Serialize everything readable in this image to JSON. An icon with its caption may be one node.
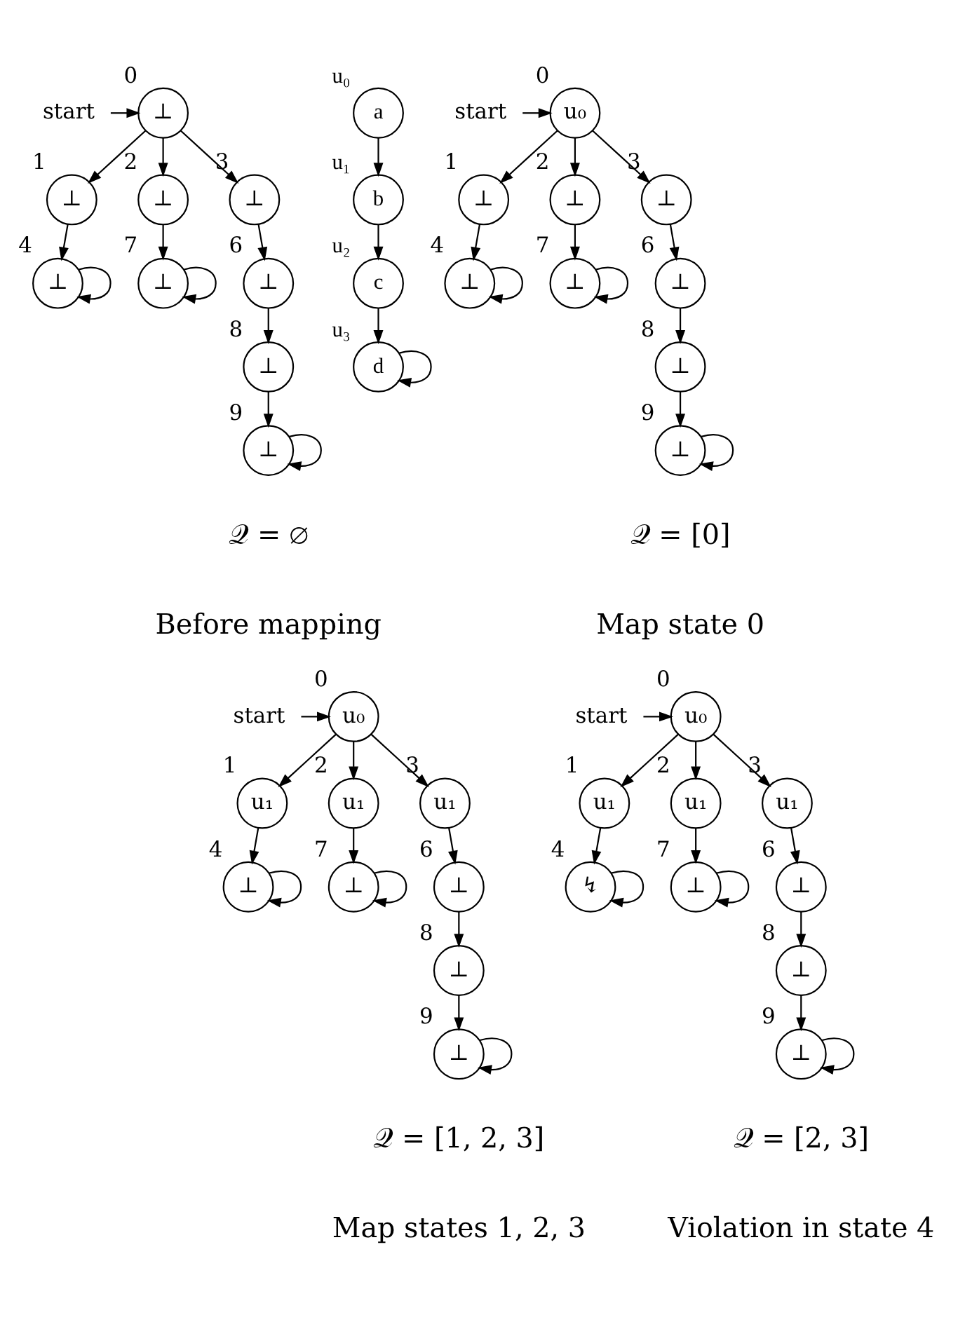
{
  "diagram": {
    "nodes": [
      {
        "text": [
          "start"
        ]
      },
      {
        "text": [
          "⊥"
        ],
        "beside": [
          "0"
        ]
      },
      {
        "text": [
          "⊥"
        ],
        "beside": [
          "1"
        ]
      },
      {
        "text": [
          "⊥"
        ],
        "beside": [
          "2"
        ]
      },
      {
        "text": [
          "⊥"
        ],
        "beside": [
          "3"
        ]
      },
      {
        "text": [
          "⊥"
        ],
        "beside": [
          "4"
        ]
      },
      {
        "text": [
          "⊥"
        ],
        "beside": [
          "7"
        ]
      },
      {
        "text": [
          "⊥"
        ],
        "beside": [
          "6"
        ]
      },
      {
        "text": [
          "⊥"
        ],
        "beside": [
          "8"
        ]
      },
      {
        "text": [
          "⊥"
        ],
        "beside": [
          "9"
        ]
      },
      {
        "text": [
          "a"
        ],
        "beside": [
          "u₀"
        ]
      },
      {
        "text": [
          "b"
        ],
        "beside": [
          "u₁"
        ]
      },
      {
        "text": [
          "c"
        ],
        "beside": [
          "u₂"
        ]
      },
      {
        "text": [
          "d"
        ],
        "beside": [
          "u₃"
        ]
      },
      {
        "text": [
          "start"
        ]
      },
      {
        "text": [
          "u₀"
        ],
        "beside": [
          "0"
        ]
      },
      {
        "text": [
          "⊥"
        ],
        "beside": [
          "1"
        ]
      },
      {
        "text": [
          "⊥"
        ],
        "beside": [
          "2"
        ]
      },
      {
        "text": [
          "⊥"
        ],
        "beside": [
          "3"
        ]
      },
      {
        "text": [
          "⊥"
        ],
        "beside": [
          "4"
        ]
      },
      {
        "text": [
          "⊥"
        ],
        "beside": [
          "7"
        ]
      },
      {
        "text": [
          "⊥"
        ],
        "beside": [
          "6"
        ]
      },
      {
        "text": [
          "⊥"
        ],
        "beside": [
          "8"
        ]
      },
      {
        "text": [
          "⊥"
        ],
        "beside": [
          "9"
        ]
      },
      {
        "text": [
          "start"
        ]
      },
      {
        "text": [
          "u₀"
        ],
        "beside": [
          "0"
        ]
      },
      {
        "text": [
          "u₁"
        ],
        "beside": [
          "1"
        ]
      },
      {
        "text": [
          "u₁"
        ],
        "beside": [
          "2"
        ]
      },
      {
        "text": [
          "u₁"
        ],
        "beside": [
          "3"
        ]
      },
      {
        "text": [
          "⊥"
        ],
        "beside": [
          "4"
        ]
      },
      {
        "text": [
          "⊥"
        ],
        "beside": [
          "7"
        ]
      },
      {
        "text": [
          "⊥"
        ],
        "beside": [
          "6"
        ]
      },
      {
        "text": [
          "⊥"
        ],
        "beside": [
          "8"
        ]
      },
      {
        "text": [
          "⊥"
        ],
        "beside": [
          "9"
        ]
      },
      {
        "text": [
          "start"
        ]
      },
      {
        "text": [
          "u₀"
        ],
        "beside": [
          "0"
        ]
      },
      {
        "text": [
          "u₁"
        ],
        "beside": [
          "1"
        ]
      },
      {
        "text": [
          "u₁"
        ],
        "beside": [
          "2"
        ]
      },
      {
        "text": [
          "u₁"
        ],
        "beside": [
          "3"
        ]
      },
      {
        "text": [
          "↯"
        ],
        "beside": [
          "4"
        ]
      },
      {
        "text": [
          "⊥"
        ],
        "beside": [
          "7"
        ]
      },
      {
        "text": [
          "⊥"
        ],
        "beside": [
          "6"
        ]
      },
      {
        "text": [
          "⊥"
        ],
        "beside": [
          "8"
        ]
      },
      {
        "text": [
          "⊥"
        ],
        "beside": [
          "9"
        ]
      }
    ],
    "edges": [
      {
        "from": 0,
        "to": 1,
        "arrow": "to"
      },
      {
        "from": 1,
        "to": 2,
        "arrow": "to"
      },
      {
        "from": 1,
        "to": 3,
        "arrow": "to"
      },
      {
        "from": 1,
        "to": 4,
        "arrow": "to"
      },
      {
        "from": 2,
        "to": 5,
        "arrow": "to"
      },
      {
        "from": 5,
        "to": 5,
        "arrow": "to"
      },
      {
        "from": 3,
        "to": 6,
        "arrow": "to"
      },
      {
        "from": 6,
        "to": 6,
        "arrow": "to"
      },
      {
        "from": 4,
        "to": 7,
        "arrow": "to"
      },
      {
        "from": 7,
        "to": 8,
        "arrow": "to"
      },
      {
        "from": 8,
        "to": 9,
        "arrow": "to"
      },
      {
        "from": 9,
        "to": 9,
        "arrow": "to"
      },
      {
        "from": 10,
        "to": 11,
        "arrow": "to"
      },
      {
        "from": 11,
        "to": 12,
        "arrow": "to"
      },
      {
        "from": 12,
        "to": 13,
        "arrow": "to"
      },
      {
        "from": 13,
        "to": 13,
        "arrow": "to"
      },
      {
        "from": 14,
        "to": 15,
        "arrow": "to"
      },
      {
        "from": 15,
        "to": 16,
        "arrow": "to"
      },
      {
        "from": 15,
        "to": 17,
        "arrow": "to"
      },
      {
        "from": 15,
        "to": 18,
        "arrow": "to"
      },
      {
        "from": 16,
        "to": 19,
        "arrow": "to"
      },
      {
        "from": 19,
        "to": 19,
        "arrow": "to"
      },
      {
        "from": 17,
        "to": 20,
        "arrow": "to"
      },
      {
        "from": 20,
        "to": 20,
        "arrow": "to"
      },
      {
        "from": 18,
        "to": 21,
        "arrow": "to"
      },
      {
        "from": 21,
        "to": 22,
        "arrow": "to"
      },
      {
        "from": 22,
        "to": 23,
        "arrow": "to"
      },
      {
        "from": 23,
        "to": 23,
        "arrow": "to"
      },
      {
        "from": 24,
        "to": 25,
        "arrow": "to"
      },
      {
        "from": 25,
        "to": 26,
        "arrow": "to"
      },
      {
        "from": 25,
        "to": 27,
        "arrow": "to"
      },
      {
        "from": 25,
        "to": 28,
        "arrow": "to"
      },
      {
        "from": 26,
        "to": 29,
        "arrow": "to"
      },
      {
        "from": 29,
        "to": 29,
        "arrow": "to"
      },
      {
        "from": 27,
        "to": 30,
        "arrow": "to"
      },
      {
        "from": 30,
        "to": 30,
        "arrow": "to"
      },
      {
        "from": 28,
        "to": 31,
        "arrow": "to"
      },
      {
        "from": 31,
        "to": 32,
        "arrow": "to"
      },
      {
        "from": 32,
        "to": 33,
        "arrow": "to"
      },
      {
        "from": 33,
        "to": 33,
        "arrow": "to"
      },
      {
        "from": 34,
        "to": 35,
        "arrow": "to"
      },
      {
        "from": 35,
        "to": 36,
        "arrow": "to"
      },
      {
        "from": 35,
        "to": 37,
        "arrow": "to"
      },
      {
        "from": 35,
        "to": 38,
        "arrow": "to"
      },
      {
        "from": 36,
        "to": 39,
        "arrow": "to"
      },
      {
        "from": 39,
        "to": 39,
        "arrow": "to"
      },
      {
        "from": 37,
        "to": 40,
        "arrow": "to"
      },
      {
        "from": 40,
        "to": 40,
        "arrow": "to"
      },
      {
        "from": 38,
        "to": 41,
        "arrow": "to"
      },
      {
        "from": 41,
        "to": 42,
        "arrow": "to"
      },
      {
        "from": 42,
        "to": 43,
        "arrow": "to"
      },
      {
        "from": 43,
        "to": 43,
        "arrow": "to"
      }
    ],
    "labels": [
      "𝒬 = ∅",
      "Before mapping",
      "𝒬 = [0]",
      "Map state 0",
      "𝒬 = [1, 2, 3]",
      "Map states 1, 2, 3",
      "𝒬 = [2, 3]",
      "Violation in state 4"
    ]
  }
}
